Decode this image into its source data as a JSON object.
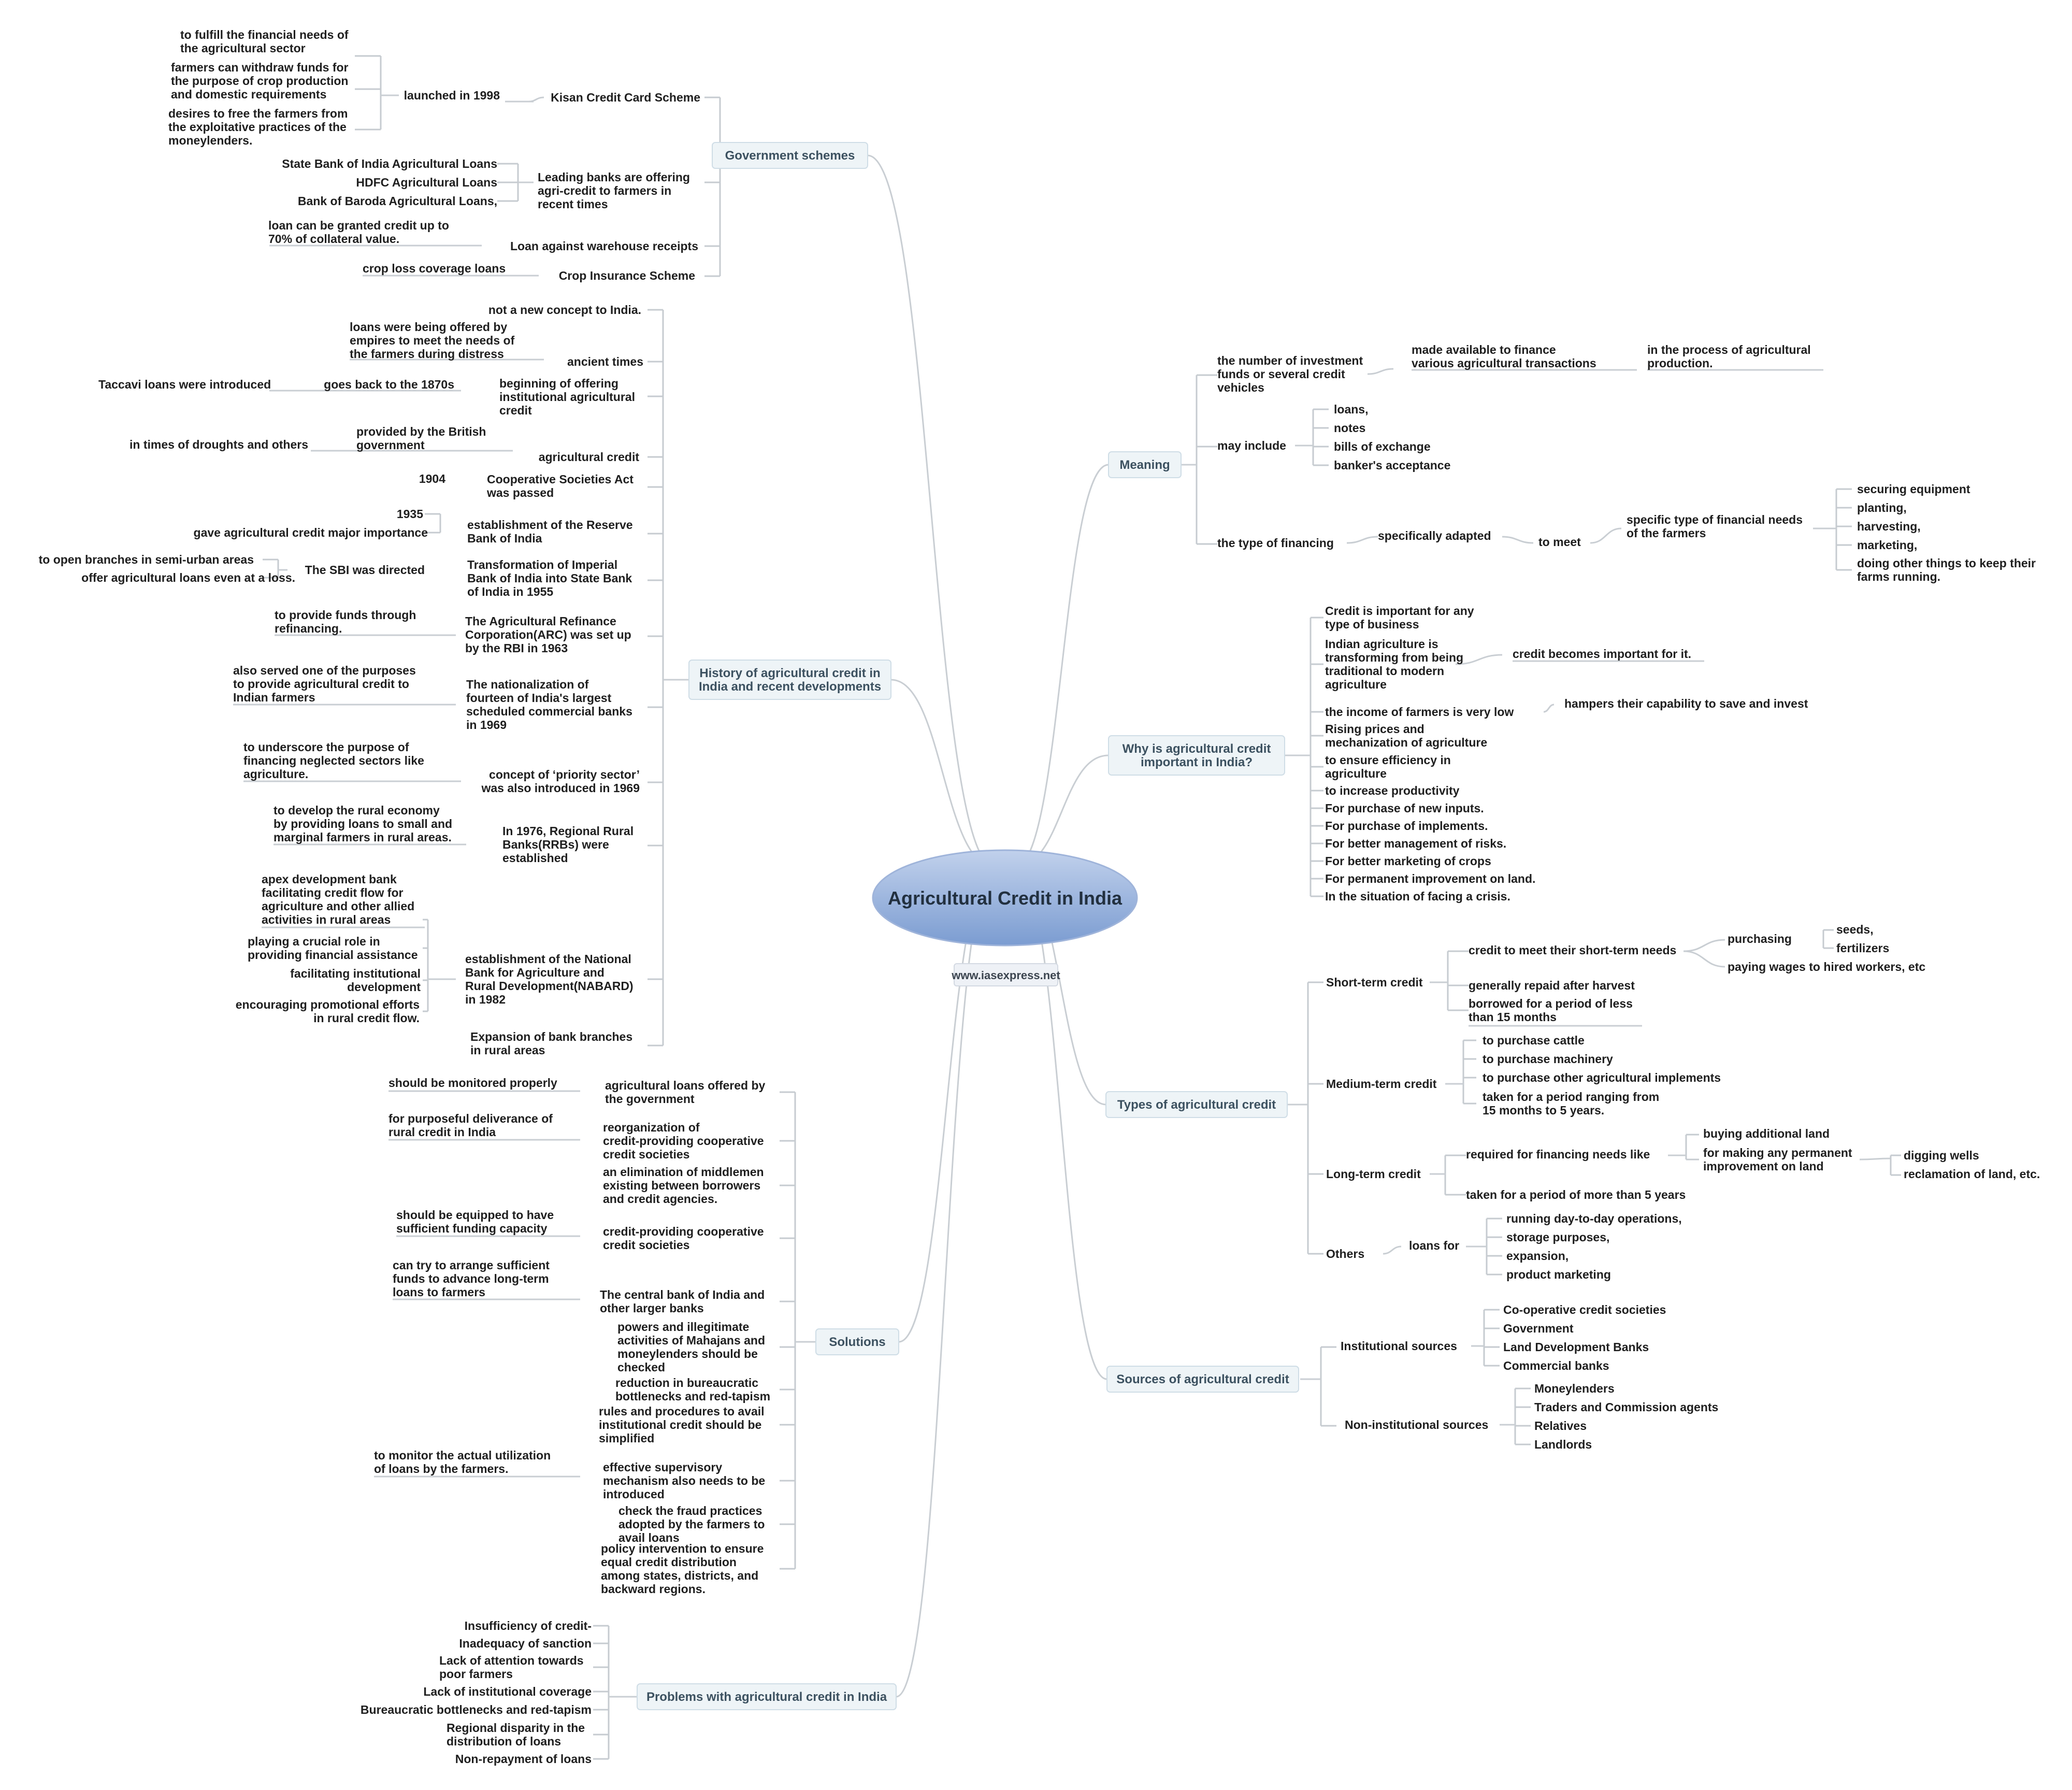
{
  "root": {
    "title": "Agricultural Credit in India",
    "website": "www.iasexpress.net"
  },
  "branches": {
    "government_schemes": {
      "label": "Government schemes",
      "kisan": {
        "label": "Kisan Credit Card Scheme",
        "launched": "launched in 1998",
        "points": [
          [
            "to fulfill the financial needs of",
            "the agricultural sector"
          ],
          [
            "farmers can withdraw funds for",
            "the purpose of crop production",
            "and domestic requirements"
          ],
          [
            "desires to free the farmers from",
            "the exploitative practices of the",
            "moneylenders."
          ]
        ]
      },
      "banks": {
        "label": [
          "Leading banks are offering",
          "agri-credit to farmers in",
          "recent times"
        ],
        "items": [
          "State Bank of India Agricultural Loans",
          "HDFC Agricultural Loans",
          "Bank of Baroda Agricultural Loans,"
        ]
      },
      "warehouse": {
        "label": "Loan against warehouse receipts",
        "detail": [
          "loan  can be granted credit up to",
          "70% of collateral value."
        ]
      },
      "insurance": {
        "label": "Crop Insurance Scheme",
        "detail": "crop loss coverage loans"
      }
    },
    "history": {
      "label": [
        "History of agricultural credit in",
        "India and recent developments"
      ],
      "not_new": "not a new concept to India.",
      "ancient": {
        "label": "ancient times",
        "detail": [
          "loans were being offered by",
          "empires to meet the needs of",
          "the farmers during distress"
        ]
      },
      "beginning": {
        "label": [
          "beginning of offering",
          "institutional agricultural",
          "credit"
        ],
        "child": "goes back to the 1870s",
        "grandchild": "Taccavi loans were introduced"
      },
      "agricultural_credit": {
        "label": "agricultural credit",
        "child": [
          "provided by the British",
          "government"
        ],
        "grandchild": "in times of droughts and others"
      },
      "cooperative": {
        "label": [
          "Cooperative Societies Act",
          "was passed"
        ],
        "year": "1904"
      },
      "rbi": {
        "label": [
          "establishment of the Reserve",
          "Bank of India"
        ],
        "year": "1935",
        "detail": "gave agricultural credit major importance"
      },
      "sbi": {
        "label": [
          "Transformation of Imperial",
          "Bank of India into State Bank",
          "of India in 1955"
        ],
        "child": "The SBI was directed",
        "items": [
          "to open branches in semi-urban areas",
          "offer agricultural loans even at a loss."
        ]
      },
      "arc": {
        "label": [
          "The Agricultural Refinance",
          "Corporation(ARC) was set up",
          "by the RBI in 1963"
        ],
        "detail": [
          "to provide funds through",
          "refinancing."
        ]
      },
      "nationalization": {
        "label": [
          "The nationalization of",
          "fourteen of India's largest",
          "scheduled commercial banks",
          "in 1969"
        ],
        "detail": [
          "also served one of the purposes",
          "to provide agricultural credit to",
          "Indian farmers"
        ]
      },
      "priority": {
        "label": [
          "concept of ‘priority sector’",
          "was also introduced in 1969"
        ],
        "detail": [
          " to underscore the purpose of",
          "financing neglected sectors like",
          "agriculture."
        ]
      },
      "rrb": {
        "label": [
          "In 1976, Regional Rural",
          "Banks(RRBs) were",
          "established"
        ],
        "detail": [
          " to develop the rural economy",
          "by providing loans to small and",
          "marginal farmers in rural areas."
        ]
      },
      "nabard": {
        "label": [
          "establishment of the National",
          "Bank for Agriculture and",
          "Rural Development(NABARD)",
          "in 1982"
        ],
        "items": [
          [
            "apex development bank",
            "facilitating credit flow for",
            "agriculture and other allied",
            "activities in rural areas"
          ],
          [
            "playing a crucial role in",
            "providing financial assistance"
          ],
          [
            "facilitating institutional",
            "development"
          ],
          [
            "encouraging promotional efforts",
            "in rural credit flow."
          ]
        ]
      },
      "expansion": [
        "Expansion of bank branches",
        "in rural areas"
      ]
    },
    "solutions": {
      "label": "Solutions",
      "items": [
        [
          "agricultural loans offered by",
          "the government"
        ],
        [
          "reorganization of",
          "credit-providing cooperative",
          "credit societies"
        ],
        [
          "an elimination of middlemen",
          "existing between borrowers",
          "and credit agencies."
        ],
        [
          "credit-providing cooperative",
          "credit societies"
        ],
        [
          "The central bank of India and",
          "other larger banks"
        ],
        [
          "powers and illegitimate",
          "activities of Mahajans and",
          "moneylenders should be",
          "checked"
        ],
        [
          "reduction in bureaucratic",
          "bottlenecks and red-tapism"
        ],
        [
          "rules and procedures to avail",
          "institutional credit should be",
          "simplified"
        ],
        [
          "effective supervisory",
          "mechanism also needs to be",
          "introduced"
        ],
        [
          "check the fraud practices",
          "adopted by the farmers to",
          "avail loans"
        ],
        [
          "policy intervention to ensure",
          "equal credit distribution",
          "among states, districts, and",
          "backward regions."
        ]
      ],
      "details": {
        "monitored": "should be monitored properly",
        "delivery": [
          "for purposeful deliverance of",
          "rural credit in India"
        ],
        "funding": [
          "should be equipped to have",
          "sufficient funding capacity"
        ],
        "longterm": [
          "can try to arrange sufficient",
          "funds to advance long-term",
          "loans to farmers"
        ],
        "utilization": [
          "to monitor the actual utilization",
          "of loans by the farmers."
        ]
      }
    },
    "problems": {
      "label": "Problems with agricultural credit in India",
      "items": [
        [
          "Insufficiency of credit-"
        ],
        [
          "Inadequacy of sanction"
        ],
        [
          "Lack of attention towards",
          "poor farmers"
        ],
        [
          "Lack of institutional coverage"
        ],
        [
          "Bureaucratic bottlenecks and red-tapism"
        ],
        [
          "Regional disparity in the",
          "distribution of loans"
        ],
        [
          "Non-repayment of loans"
        ]
      ]
    },
    "meaning": {
      "label": "Meaning",
      "investment": {
        "label": [
          "the number of investment",
          "funds or several credit",
          "vehicles"
        ],
        "child": [
          "made available to finance",
          "various agricultural transactions"
        ],
        "grandchild": [
          "in the process of agricultural",
          "production."
        ]
      },
      "may_include": {
        "label": "may include",
        "items": [
          "loans,",
          "notes",
          "bills of exchange",
          "banker's acceptance"
        ]
      },
      "financing": {
        "label": "the type of financing",
        "adapted": "specifically adapted",
        "to_meet": "to meet",
        "needs": [
          "specific type of financial needs",
          "of the farmers"
        ],
        "items": [
          [
            "securing equipment"
          ],
          [
            "planting,"
          ],
          [
            "harvesting,"
          ],
          [
            "marketing,"
          ],
          [
            "doing other things to keep their",
            "farms running."
          ]
        ]
      }
    },
    "why": {
      "label": [
        "Why is agricultural credit",
        "important in India?"
      ],
      "items": [
        [
          "Credit is important for any",
          "type of business"
        ],
        [
          "Indian agriculture is",
          "transforming from being",
          "traditional to modern",
          "agriculture"
        ],
        [
          "the income of farmers is very low"
        ],
        [
          "Rising prices and",
          "mechanization of agriculture"
        ],
        [
          "to ensure efficiency in",
          "agriculture"
        ],
        [
          "to increase productivity"
        ],
        [
          "For purchase of new inputs."
        ],
        [
          "For purchase of implements."
        ],
        [
          "For better management of risks."
        ],
        [
          "For better marketing of crops"
        ],
        [
          "For permanent improvement on land."
        ],
        [
          " In the situation of facing a crisis."
        ]
      ],
      "transform_detail": "credit becomes important for it.",
      "income_detail": "hampers their capability to save and invest"
    },
    "types": {
      "label": "Types of agricultural credit",
      "short": {
        "label": "Short-term credit",
        "needs": "credit to meet their short-term needs",
        "purchasing": "purchasing",
        "purchase_items": [
          "seeds,",
          "fertilizers"
        ],
        "wages": "paying wages to hired workers, etc",
        "repaid": "generally repaid after harvest",
        "period": [
          "borrowed for a period of less",
          "than 15 months"
        ]
      },
      "medium": {
        "label": "Medium-term credit",
        "items": [
          [
            "to purchase cattle"
          ],
          [
            "to purchase machinery"
          ],
          [
            "to purchase other agricultural implements"
          ],
          [
            " taken for a period ranging from",
            "15 months to 5 years."
          ]
        ]
      },
      "long": {
        "label": "Long-term credit",
        "required": "required for financing needs like",
        "land": "buying additional land",
        "permanent": [
          "for making any permanent",
          "improvement on land"
        ],
        "improvements": [
          "digging wells",
          " reclamation of land, etc."
        ],
        "period": "taken for a period of more than 5 years"
      },
      "others": {
        "label": "Others",
        "loans_for": "loans for",
        "items": [
          "running day-to-day operations,",
          "storage purposes,",
          "expansion,",
          "product marketing"
        ]
      }
    },
    "sources": {
      "label": "Sources of agricultural credit",
      "institutional": {
        "label": "Institutional sources",
        "items": [
          "Co-operative credit societies",
          "Government",
          "Land Development Banks",
          "Commercial banks"
        ]
      },
      "non_institutional": {
        "label": "Non-institutional sources",
        "items": [
          "Moneylenders",
          "Traders and Commission agents",
          "Relatives",
          "Landlords"
        ]
      }
    }
  },
  "colors": {
    "root_top": "#b7c8e6",
    "root_bottom": "#7f9fd3",
    "main_box": "#eef4f7",
    "line": "#c9ced3",
    "text": "#1f1f1f"
  }
}
